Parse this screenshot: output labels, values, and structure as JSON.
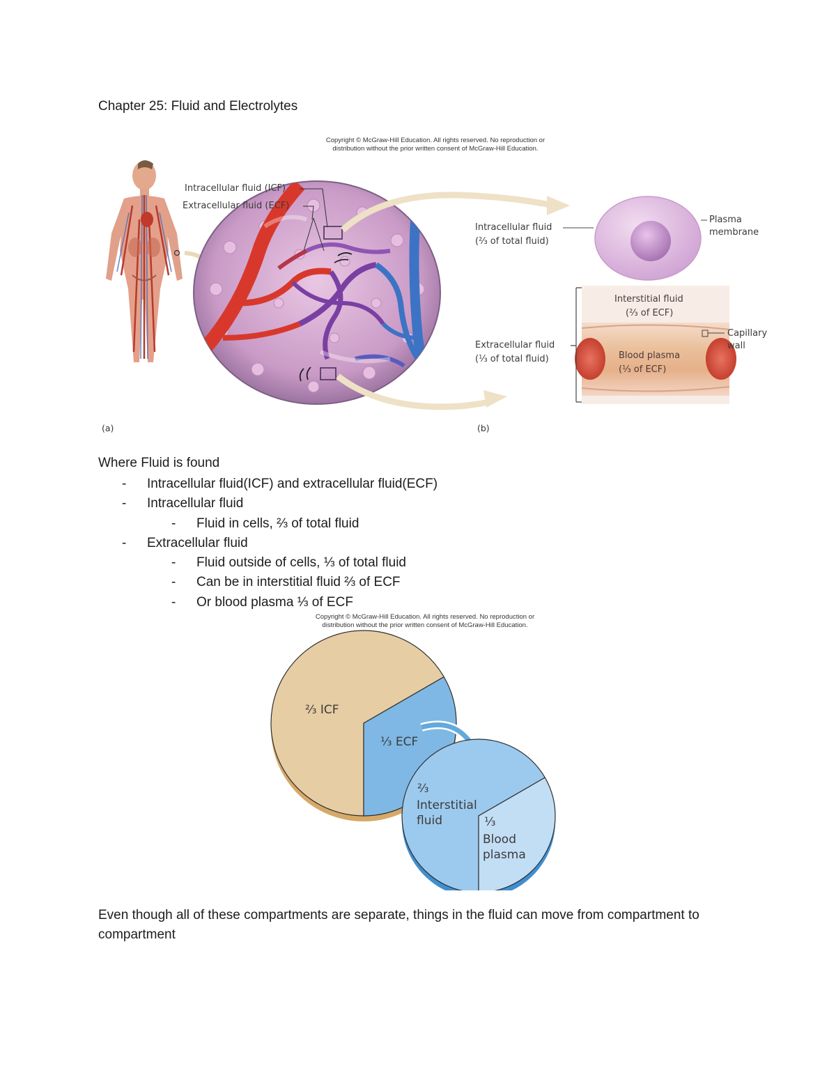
{
  "document": {
    "title": "Chapter 25: Fluid and Electrolytes"
  },
  "figure_top": {
    "copyright_line1": "Copyright © McGraw-Hill Education. All rights reserved. No reproduction or",
    "copyright_line2": "distribution without the prior written consent of McGraw-Hill Education.",
    "panel_a": "(a)",
    "panel_b": "(b)",
    "labels": {
      "icf": "Intracellular fluid (ICF)",
      "ecf": "Extracellular fluid (ECF)",
      "intracellular_fluid": "Intracellular fluid",
      "intracellular_fraction": "(⅔ of total fluid)",
      "plasma_membrane_1": "Plasma",
      "plasma_membrane_2": "membrane",
      "interstitial_fluid": "Interstitial fluid",
      "interstitial_fraction": "(⅔ of ECF)",
      "capillary_wall_1": "Capillary",
      "capillary_wall_2": "wall",
      "extracellular_fluid": "Extracellular fluid",
      "extracellular_fraction": "(⅓ of total fluid)",
      "blood_plasma": "Blood plasma",
      "blood_plasma_fraction": "(⅓ of ECF)"
    }
  },
  "section": {
    "heading": "Where Fluid is found",
    "dash": "-",
    "items": [
      {
        "level": 1,
        "text": "Intracellular fluid(ICF) and extracellular fluid(ECF)"
      },
      {
        "level": 1,
        "text": "Intracellular fluid"
      },
      {
        "level": 2,
        "text": "Fluid in cells, ⅔ of total fluid"
      },
      {
        "level": 1,
        "text": "Extracellular fluid"
      },
      {
        "level": 2,
        "text": "Fluid outside of cells, ⅓ of total fluid"
      },
      {
        "level": 2,
        "text": "Can be in interstitial fluid ⅔ of ECF"
      },
      {
        "level": 2,
        "text": "Or blood plasma ⅓ of ECF"
      }
    ]
  },
  "figure_pie": {
    "copyright_line1": "Copyright © McGraw-Hill Education. All rights reserved. No reproduction or",
    "copyright_line2": "distribution without the prior written consent of McGraw-Hill Education.",
    "labels": {
      "icf": "⅔ ICF",
      "ecf": "⅓ ECF",
      "interstitial_fraction": "⅔",
      "interstitial_1": "Interstitial",
      "interstitial_2": "fluid",
      "blood_fraction": "⅓",
      "blood_1": "Blood",
      "blood_2": "plasma"
    }
  },
  "chart_data": [
    {
      "type": "pie",
      "categories": [
        "ICF",
        "ECF"
      ],
      "values": [
        0.6667,
        0.3333
      ]
    },
    {
      "type": "pie",
      "categories": [
        "Interstitial fluid",
        "Blood plasma"
      ],
      "values": [
        0.6667,
        0.3333
      ]
    }
  ],
  "colors": {
    "icf_slice": "#e6cda3",
    "ecf_slice": "#7fb8e4",
    "interstitial_slice": "#9ccaee",
    "blood_slice": "#c2def5",
    "arrow": "#efe2c6",
    "vessel_red": "#d8382b",
    "vessel_purple": "#7a3fa3",
    "vessel_blue": "#3d73c4",
    "cell": "#dcb4de"
  },
  "closing_text": "Even though all of these compartments are separate, things in the fluid can move from compartment to compartment"
}
